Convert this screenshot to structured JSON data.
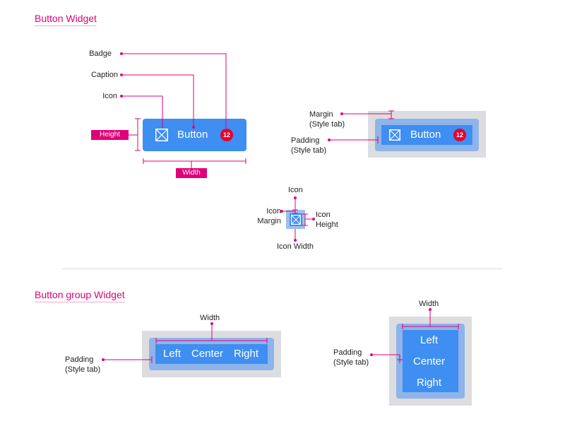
{
  "titles": {
    "button_widget": "Button Widget",
    "button_group_widget": "Button group Widget"
  },
  "button_anatomy": {
    "badge_label": "Badge",
    "caption_label": "Caption",
    "icon_label": "Icon",
    "height_tag": "Height",
    "width_tag": "Width",
    "button_caption": "Button",
    "badge_count": "12"
  },
  "button_style": {
    "margin_label_1": "Margin",
    "margin_label_2": "(Style tab)",
    "padding_label_1": "Padding",
    "padding_label_2": "(Style tab)",
    "button_caption": "Button",
    "badge_count": "12"
  },
  "icon_detail": {
    "icon_label": "Icon",
    "icon_margin_1": "Icon",
    "icon_margin_2": "Margin",
    "icon_height_1": "Icon",
    "icon_height_2": "Height",
    "icon_width": "Icon Width"
  },
  "group_horizontal": {
    "width_label": "Width",
    "padding_label_1": "Padding",
    "padding_label_2": "(Style tab)",
    "segments": [
      "Left",
      "Center",
      "Right"
    ]
  },
  "group_vertical": {
    "width_label": "Width",
    "padding_label_1": "Padding",
    "padding_label_2": "(Style tab)",
    "segments": [
      "Left",
      "Center",
      "Right"
    ]
  },
  "colors": {
    "accent": "#e0007a",
    "button_blue": "#3f8ef2",
    "padding_blue": "#8fb4ea",
    "margin_gray": "#dcdde0",
    "badge_red": "#e8002d"
  }
}
